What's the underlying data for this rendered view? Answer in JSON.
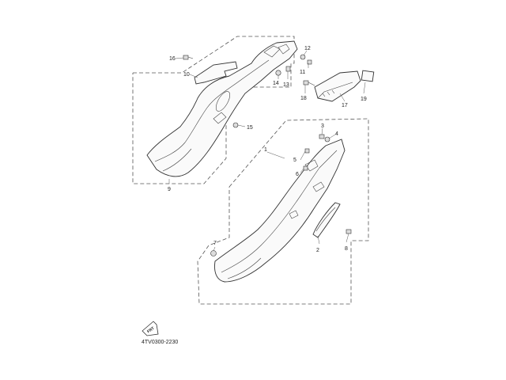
{
  "diagram": {
    "callouts": {
      "c1": "1",
      "c2": "2",
      "c3": "3",
      "c4": "4",
      "c5": "5",
      "c6": "6",
      "c7": "7",
      "c8": "8",
      "c9": "9",
      "c10": "10",
      "c11": "11",
      "c12": "12",
      "c13": "13",
      "c14": "14",
      "c15": "15",
      "c16": "16",
      "c17": "17",
      "c18": "18",
      "c19": "19"
    },
    "front_badge": "FRT",
    "drawing_code": "4TV0300-2230"
  },
  "colors": {
    "line": "#333333",
    "background": "#ffffff"
  }
}
